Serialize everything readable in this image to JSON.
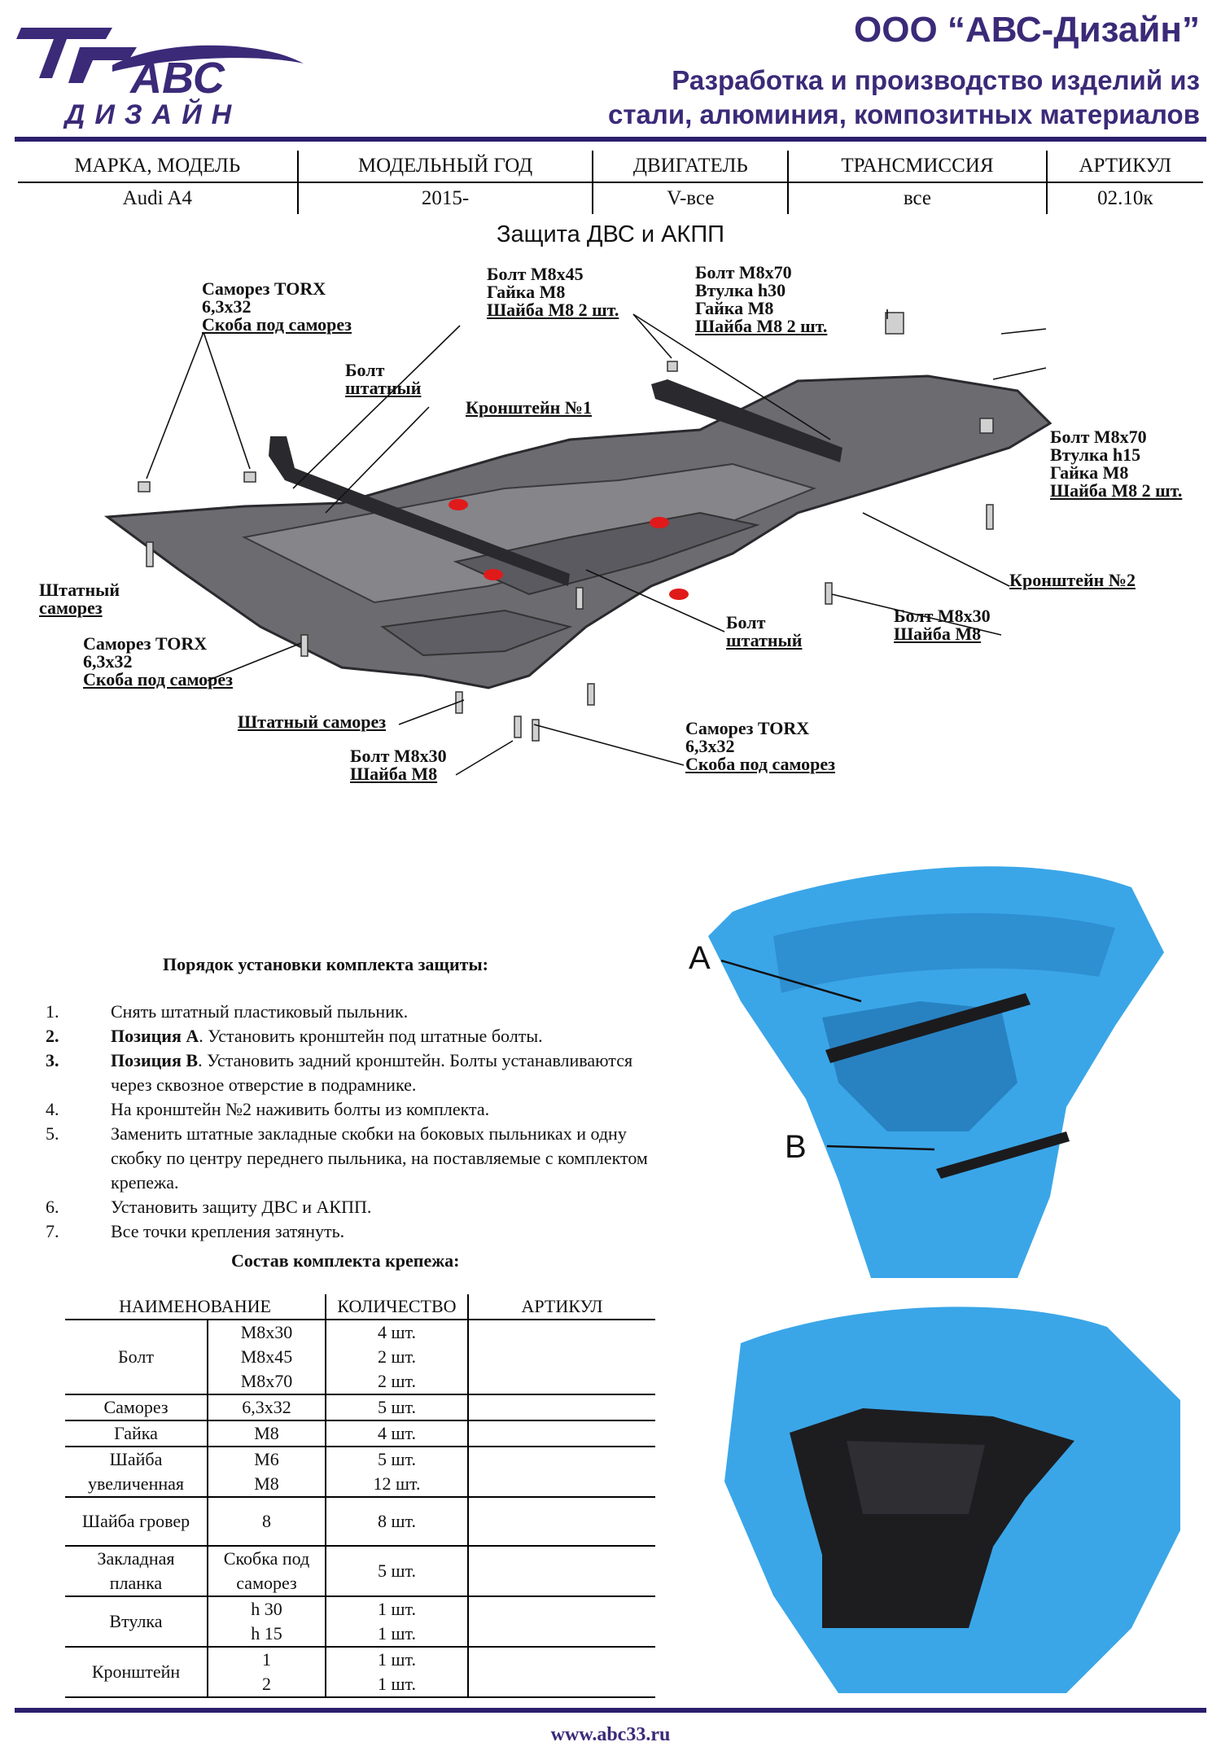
{
  "header": {
    "logo_top": "АВС",
    "logo_bottom": "ДИЗАЙН",
    "company": "ООО “АВС-Дизайн”",
    "tagline_1": "Разработка и производство изделий из",
    "tagline_2": "стали, алюминия, композитных материалов"
  },
  "spec": {
    "headers": [
      "МАРКА, МОДЕЛЬ",
      "МОДЕЛЬНЫЙ ГОД",
      "ДВИГАТЕЛЬ",
      "ТРАНСМИССИЯ",
      "АРТИКУЛ"
    ],
    "values": [
      "Audi A4",
      "2015-",
      "V-все",
      "все",
      "02.10к"
    ]
  },
  "title": "Защита ДВС и АКПП",
  "labels": {
    "l1": [
      "Саморез TORX",
      "6,3х32",
      "Скоба под саморез"
    ],
    "l2": [
      "Болт М8х45",
      "Гайка М8",
      "Шайба М8 2 шт."
    ],
    "l3": [
      "Болт М8х70",
      "Втулка h30",
      "Гайка М8",
      "Шайба М8 2 шт."
    ],
    "l4": [
      "Болт",
      "штатный"
    ],
    "l5": [
      "Кронштейн №1"
    ],
    "l6": [
      "Болт М8х70",
      "Втулка h15",
      "Гайка М8",
      "Шайба М8 2 шт."
    ],
    "l7": [
      "Штатный",
      "саморез"
    ],
    "l8": [
      "Кронштейн №2"
    ],
    "l9": [
      "Болт М8х30",
      "Шайба М8"
    ],
    "l10": [
      "Саморез TORX",
      " 6,3х32",
      "Скоба под саморез"
    ],
    "l11": [
      "Болт",
      "штатный"
    ],
    "l12": [
      "Штатный саморез"
    ],
    "l13": [
      "Саморез TORX",
      "6,3х32",
      "Скоба под саморез"
    ],
    "l14": [
      "Болт М8х30",
      "Шайба М8"
    ]
  },
  "photo_labels": {
    "a": "A",
    "b": "B"
  },
  "install": {
    "title": "Порядок установки комплекта защиты:",
    "steps": [
      {
        "n": "1.",
        "bold": "",
        "text": "Снять штатный пластиковый пыльник."
      },
      {
        "n": "2.",
        "bold": "Позиция А",
        "text": ". Установить кронштейн под штатные болты."
      },
      {
        "n": "3.",
        "bold": "Позиция В",
        "text": ". Установить задний кронштейн. Болты устанавливаются через сквозное отверстие в подрамнике."
      },
      {
        "n": "4.",
        "bold": "",
        "text": "На кронштейн №2 наживить болты из комплекта."
      },
      {
        "n": "5.",
        "bold": "",
        "text": "Заменить штатные закладные скобки на боковых пыльниках и одну скобку по центру переднего пыльника, на поставляемые с комплектом крепежа."
      },
      {
        "n": "6.",
        "bold": "",
        "text": "Установить защиту ДВС и АКПП."
      },
      {
        "n": "7.",
        "bold": "",
        "text": "Все точки крепления затянуть."
      }
    ]
  },
  "kit": {
    "title": "Состав комплекта крепежа:",
    "headers": [
      "НАИМЕНОВАНИЕ",
      "КОЛИЧЕСТВО",
      "АРТИКУЛ"
    ],
    "rows": [
      {
        "name": "Болт",
        "sizes": [
          "М8х30",
          "М8х45",
          "М8х70"
        ],
        "qty": [
          "4 шт.",
          "2 шт.",
          "2 шт."
        ]
      },
      {
        "name": "Саморез",
        "sizes": [
          "6,3х32"
        ],
        "qty": [
          "5 шт."
        ]
      },
      {
        "name": "Гайка",
        "sizes": [
          "М8"
        ],
        "qty": [
          "4 шт."
        ]
      },
      {
        "name": "Шайба увеличенная",
        "sizes": [
          "М6",
          "М8"
        ],
        "qty": [
          "5 шт.",
          "12 шт."
        ]
      },
      {
        "name": "Шайба гровер",
        "sizes": [
          "8"
        ],
        "qty": [
          "8 шт."
        ]
      },
      {
        "name": "Закладная планка",
        "sizes": [
          "Скобка под саморез"
        ],
        "qty": [
          "5 шт."
        ]
      },
      {
        "name": "Втулка",
        "sizes": [
          "h 30",
          "h 15"
        ],
        "qty": [
          "1 шт.",
          "1 шт."
        ]
      },
      {
        "name": "Кронштейн",
        "sizes": [
          "1",
          "2"
        ],
        "qty": [
          "1 шт.",
          "1 шт."
        ]
      }
    ]
  },
  "footer": {
    "url": "www.abc33.ru"
  },
  "colors": {
    "brand": "#3b2a78",
    "photo_blue": "#3aa6e8",
    "plate": "#6b6b70"
  }
}
